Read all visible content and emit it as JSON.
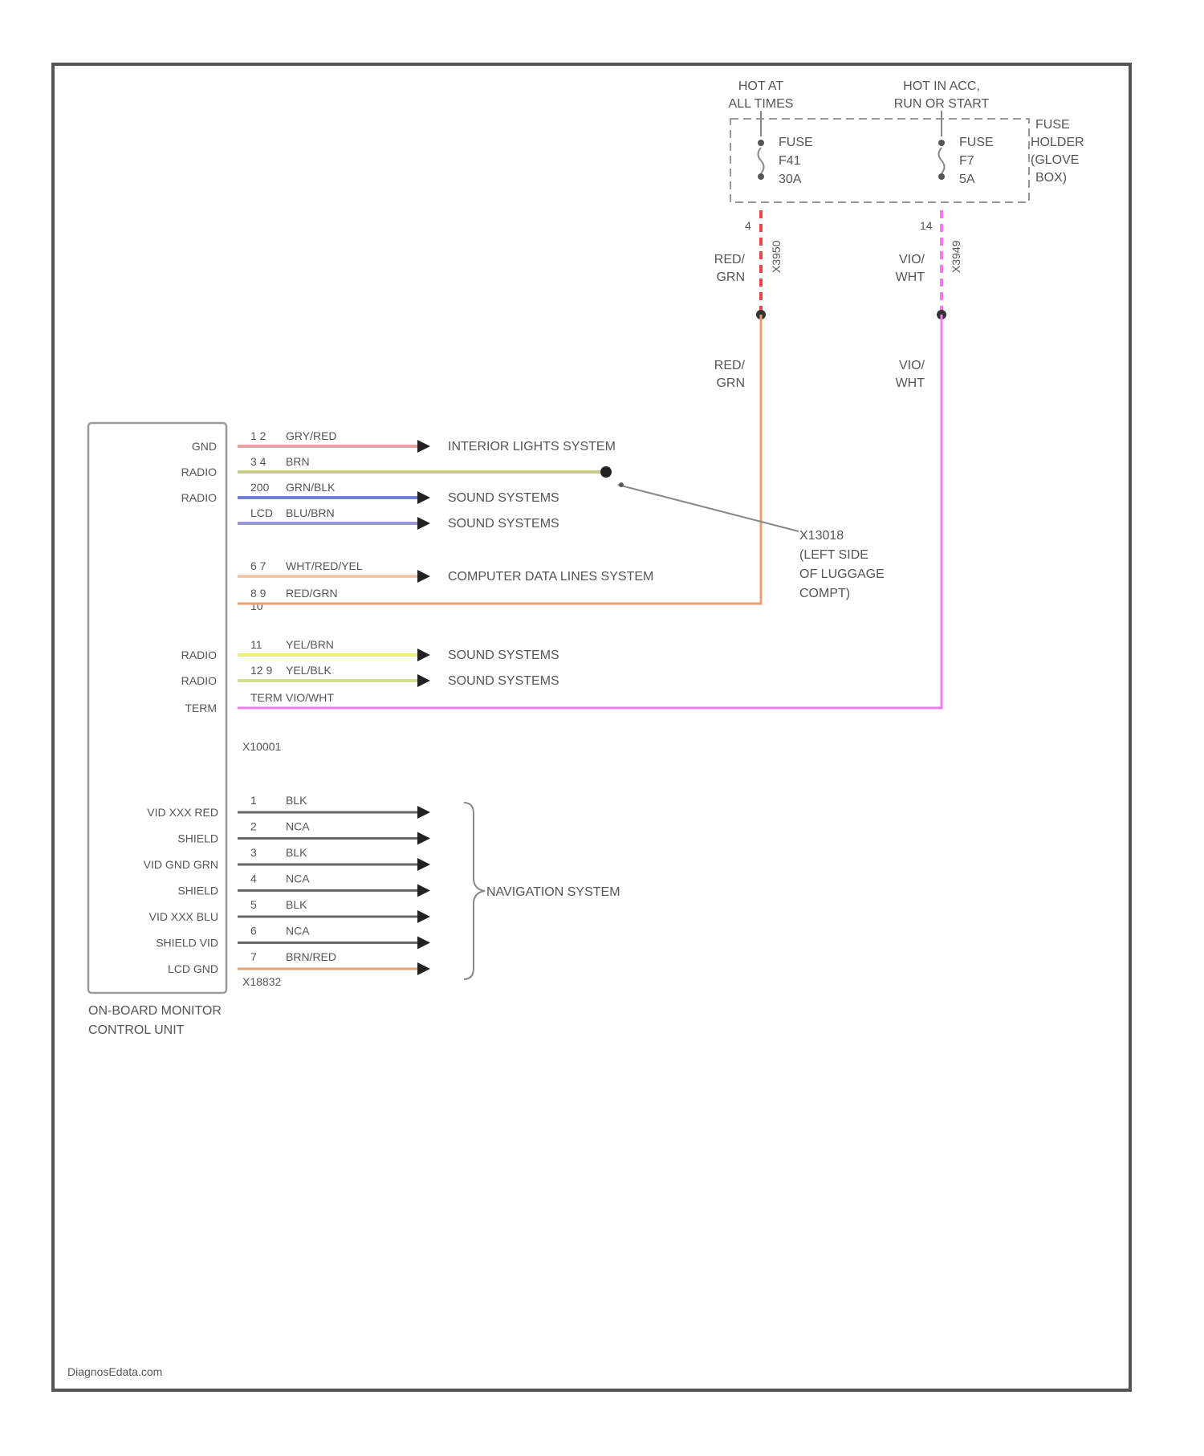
{
  "power": {
    "hot_at_all_times": [
      "HOT AT",
      "ALL TIMES"
    ],
    "hot_in_acc": [
      "HOT IN ACC,",
      "RUN OR START"
    ],
    "fuse_a": [
      "FUSE",
      "F41",
      "30A"
    ],
    "fuse_b": [
      "FUSE",
      "F7",
      "5A"
    ],
    "fuse_holder": [
      "FUSE",
      "HOLDER",
      "(GLOVE",
      "BOX)"
    ],
    "pin_a": "4",
    "pin_b": "14",
    "conn_a": "X3950",
    "conn_b": "X3949",
    "wire_a": [
      "RED/",
      "GRN"
    ],
    "wire_b": [
      "VIO/",
      "WHT"
    ]
  },
  "control_unit": {
    "name": [
      "ON-BOARD MONITOR",
      "CONTROL UNIT"
    ],
    "connector_top": "X10001",
    "connector_bottom": "X18832"
  },
  "upper_pins": [
    {
      "pin": "GND",
      "num": "1 2",
      "wire": "GRY/RED",
      "dest": "INTERIOR LIGHTS SYSTEM",
      "color": "#e8a3a8"
    },
    {
      "pin": "RADIO",
      "num": "3 4",
      "wire": "BRN",
      "dest": "",
      "color": "#c9c98a"
    },
    {
      "pin": "RADIO",
      "num": "200",
      "wire": "GRN/BLK",
      "dest": "SOUND SYSTEMS",
      "color": "#6f7fd6"
    },
    {
      "pin": "",
      "num": "LCD",
      "wire": "BLU/BRN",
      "dest": "SOUND SYSTEMS",
      "color": "#9a9ad8"
    },
    {
      "pin": "",
      "num": "6 7",
      "wire": "WHT/RED/YEL",
      "dest": "COMPUTER DATA LINES SYSTEM",
      "color": "#f0c7a8"
    },
    {
      "pin": "",
      "num": "8 9",
      "wire": "RED/GRN",
      "dest": "",
      "color": "#e8a070"
    },
    {
      "pin": "",
      "num": "10",
      "wire": "",
      "dest": "",
      "color": ""
    },
    {
      "pin": "RADIO",
      "num": "11",
      "wire": "YEL/BRN",
      "dest": "SOUND SYSTEMS",
      "color": "#eded78"
    },
    {
      "pin": "RADIO",
      "num": "12 9",
      "wire": "YEL/BLK",
      "dest": "SOUND SYSTEMS",
      "color": "#cfe08a"
    },
    {
      "pin": "TERM",
      "num": "TERM",
      "wire": "VIO/WHT",
      "dest": "",
      "color": "#f07cf0"
    }
  ],
  "splice": [
    "X13018",
    "(LEFT SIDE",
    "OF LUGGAGE",
    "COMPT)"
  ],
  "nav_pins": [
    {
      "pin": "VID XXX RED",
      "num": "1",
      "wire": "BLK",
      "color": "#666666"
    },
    {
      "pin": "SHIELD",
      "num": "2",
      "wire": "NCA",
      "color": "#666666"
    },
    {
      "pin": "VID GND GRN",
      "num": "3",
      "wire": "BLK",
      "color": "#666666"
    },
    {
      "pin": "SHIELD",
      "num": "4",
      "wire": "NCA",
      "color": "#666666"
    },
    {
      "pin": "VID XXX BLU",
      "num": "5",
      "wire": "BLK",
      "color": "#666666"
    },
    {
      "pin": "SHIELD VID",
      "num": "6",
      "wire": "NCA",
      "color": "#666666"
    },
    {
      "pin": "LCD GND",
      "num": "7",
      "wire": "BRN/RED",
      "color": "#e8a070"
    }
  ],
  "nav_dest": "NAVIGATION SYSTEM",
  "footer": "DiagnosEdata.com"
}
